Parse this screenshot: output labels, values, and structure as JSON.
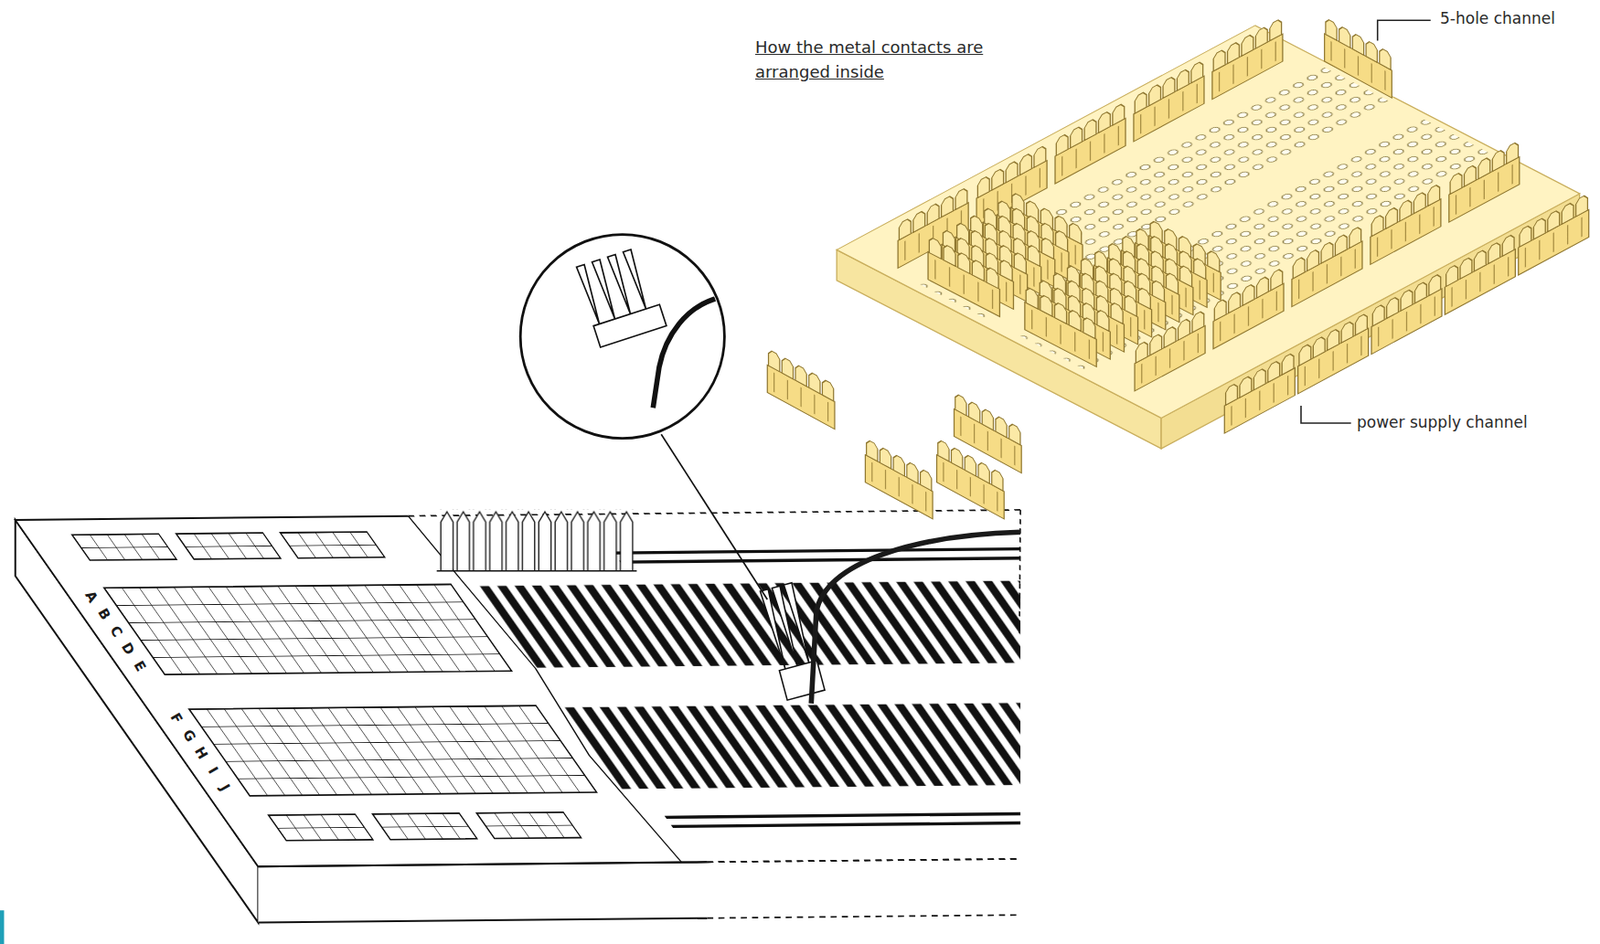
{
  "diagram": {
    "labels": [
      "How the metal contacts are arranged inside",
      "5-hole channel",
      "power supply channel",
      "A",
      "B",
      "C",
      "D",
      "E",
      "F",
      "G",
      "H",
      "I",
      "J"
    ]
  }
}
